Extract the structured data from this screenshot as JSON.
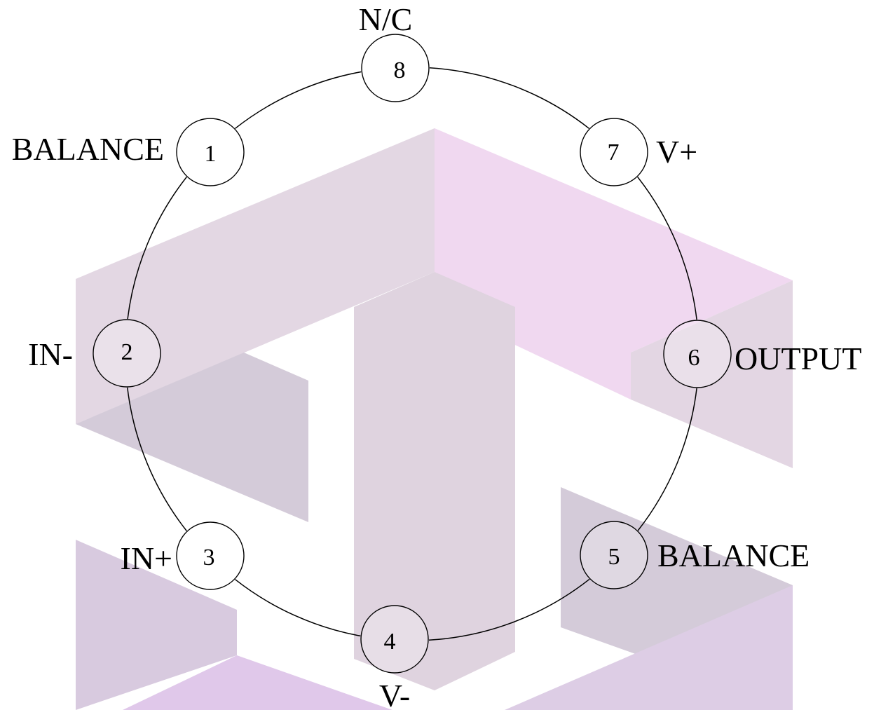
{
  "diagram": {
    "pins": [
      {
        "number": "1",
        "label": "BALANCE"
      },
      {
        "number": "2",
        "label": "IN-"
      },
      {
        "number": "3",
        "label": "IN+"
      },
      {
        "number": "4",
        "label": "V-"
      },
      {
        "number": "5",
        "label": "BALANCE"
      },
      {
        "number": "6",
        "label": "OUTPUT"
      },
      {
        "number": "7",
        "label": "V+"
      },
      {
        "number": "8",
        "label": "N/C"
      }
    ]
  },
  "colors": {
    "line": "#000000",
    "background": "#ffffff",
    "watermark_top_left": "#e3d7e3",
    "watermark_top_right": "#f0d8f0",
    "watermark_shadow": "#d3cbd9",
    "watermark_bottom": "#e2c8ea"
  }
}
